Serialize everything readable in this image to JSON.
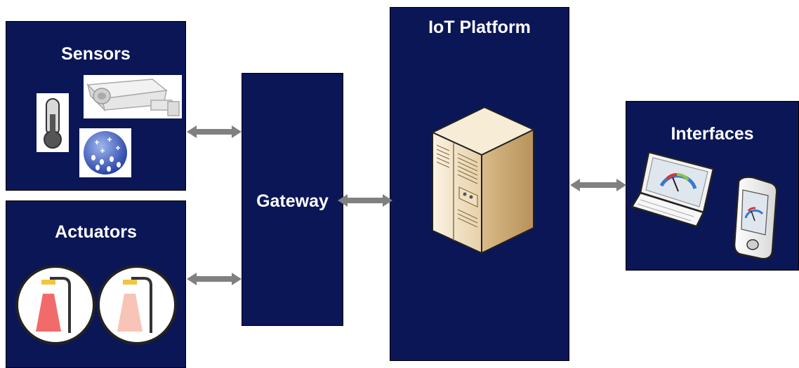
{
  "diagram": {
    "sensors": {
      "title": "Sensors",
      "icons": [
        "thermometer-icon",
        "camera-icon",
        "weather-globe-icon"
      ]
    },
    "actuators": {
      "title": "Actuators",
      "icons": [
        "lamp-on-icon",
        "lamp-dim-icon"
      ]
    },
    "gateway": {
      "title": "Gateway"
    },
    "platform": {
      "title": "IoT Platform",
      "icons": [
        "server-icon"
      ]
    },
    "interfaces": {
      "title": "Interfaces",
      "icons": [
        "laptop-icon",
        "phone-icon"
      ]
    }
  },
  "colors": {
    "box": "#0b1656",
    "arrow": "#808080",
    "lamp_on": "#f26b6b",
    "lamp_dim": "#f8c4b8",
    "lamp_cap": "#f2c53d"
  }
}
